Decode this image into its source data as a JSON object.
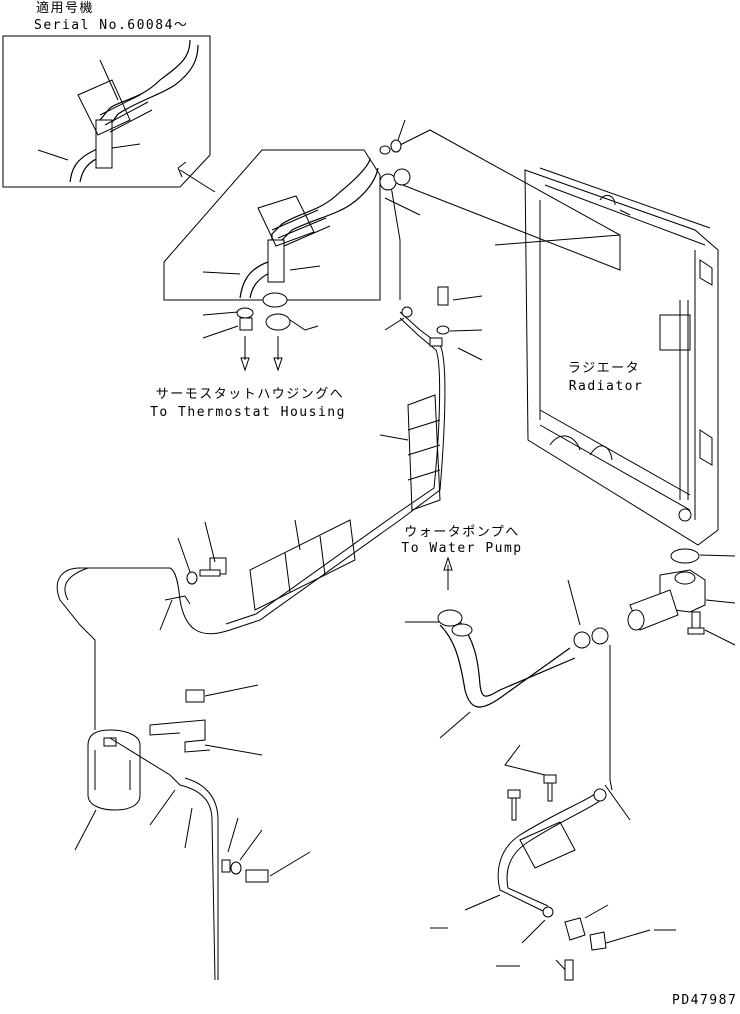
{
  "header": {
    "applicable_machine": "適用号機",
    "serial": "Serial No.60084〜"
  },
  "labels": {
    "radiator_jp": "ラジエータ",
    "radiator_en": "Radiator",
    "thermostat_jp": "サーモスタットハウジングへ",
    "thermostat_en": "To Thermostat Housing",
    "water_pump_jp": "ウォータポンプへ",
    "water_pump_en": "To Water Pump"
  },
  "drawing_code": "PD47987"
}
